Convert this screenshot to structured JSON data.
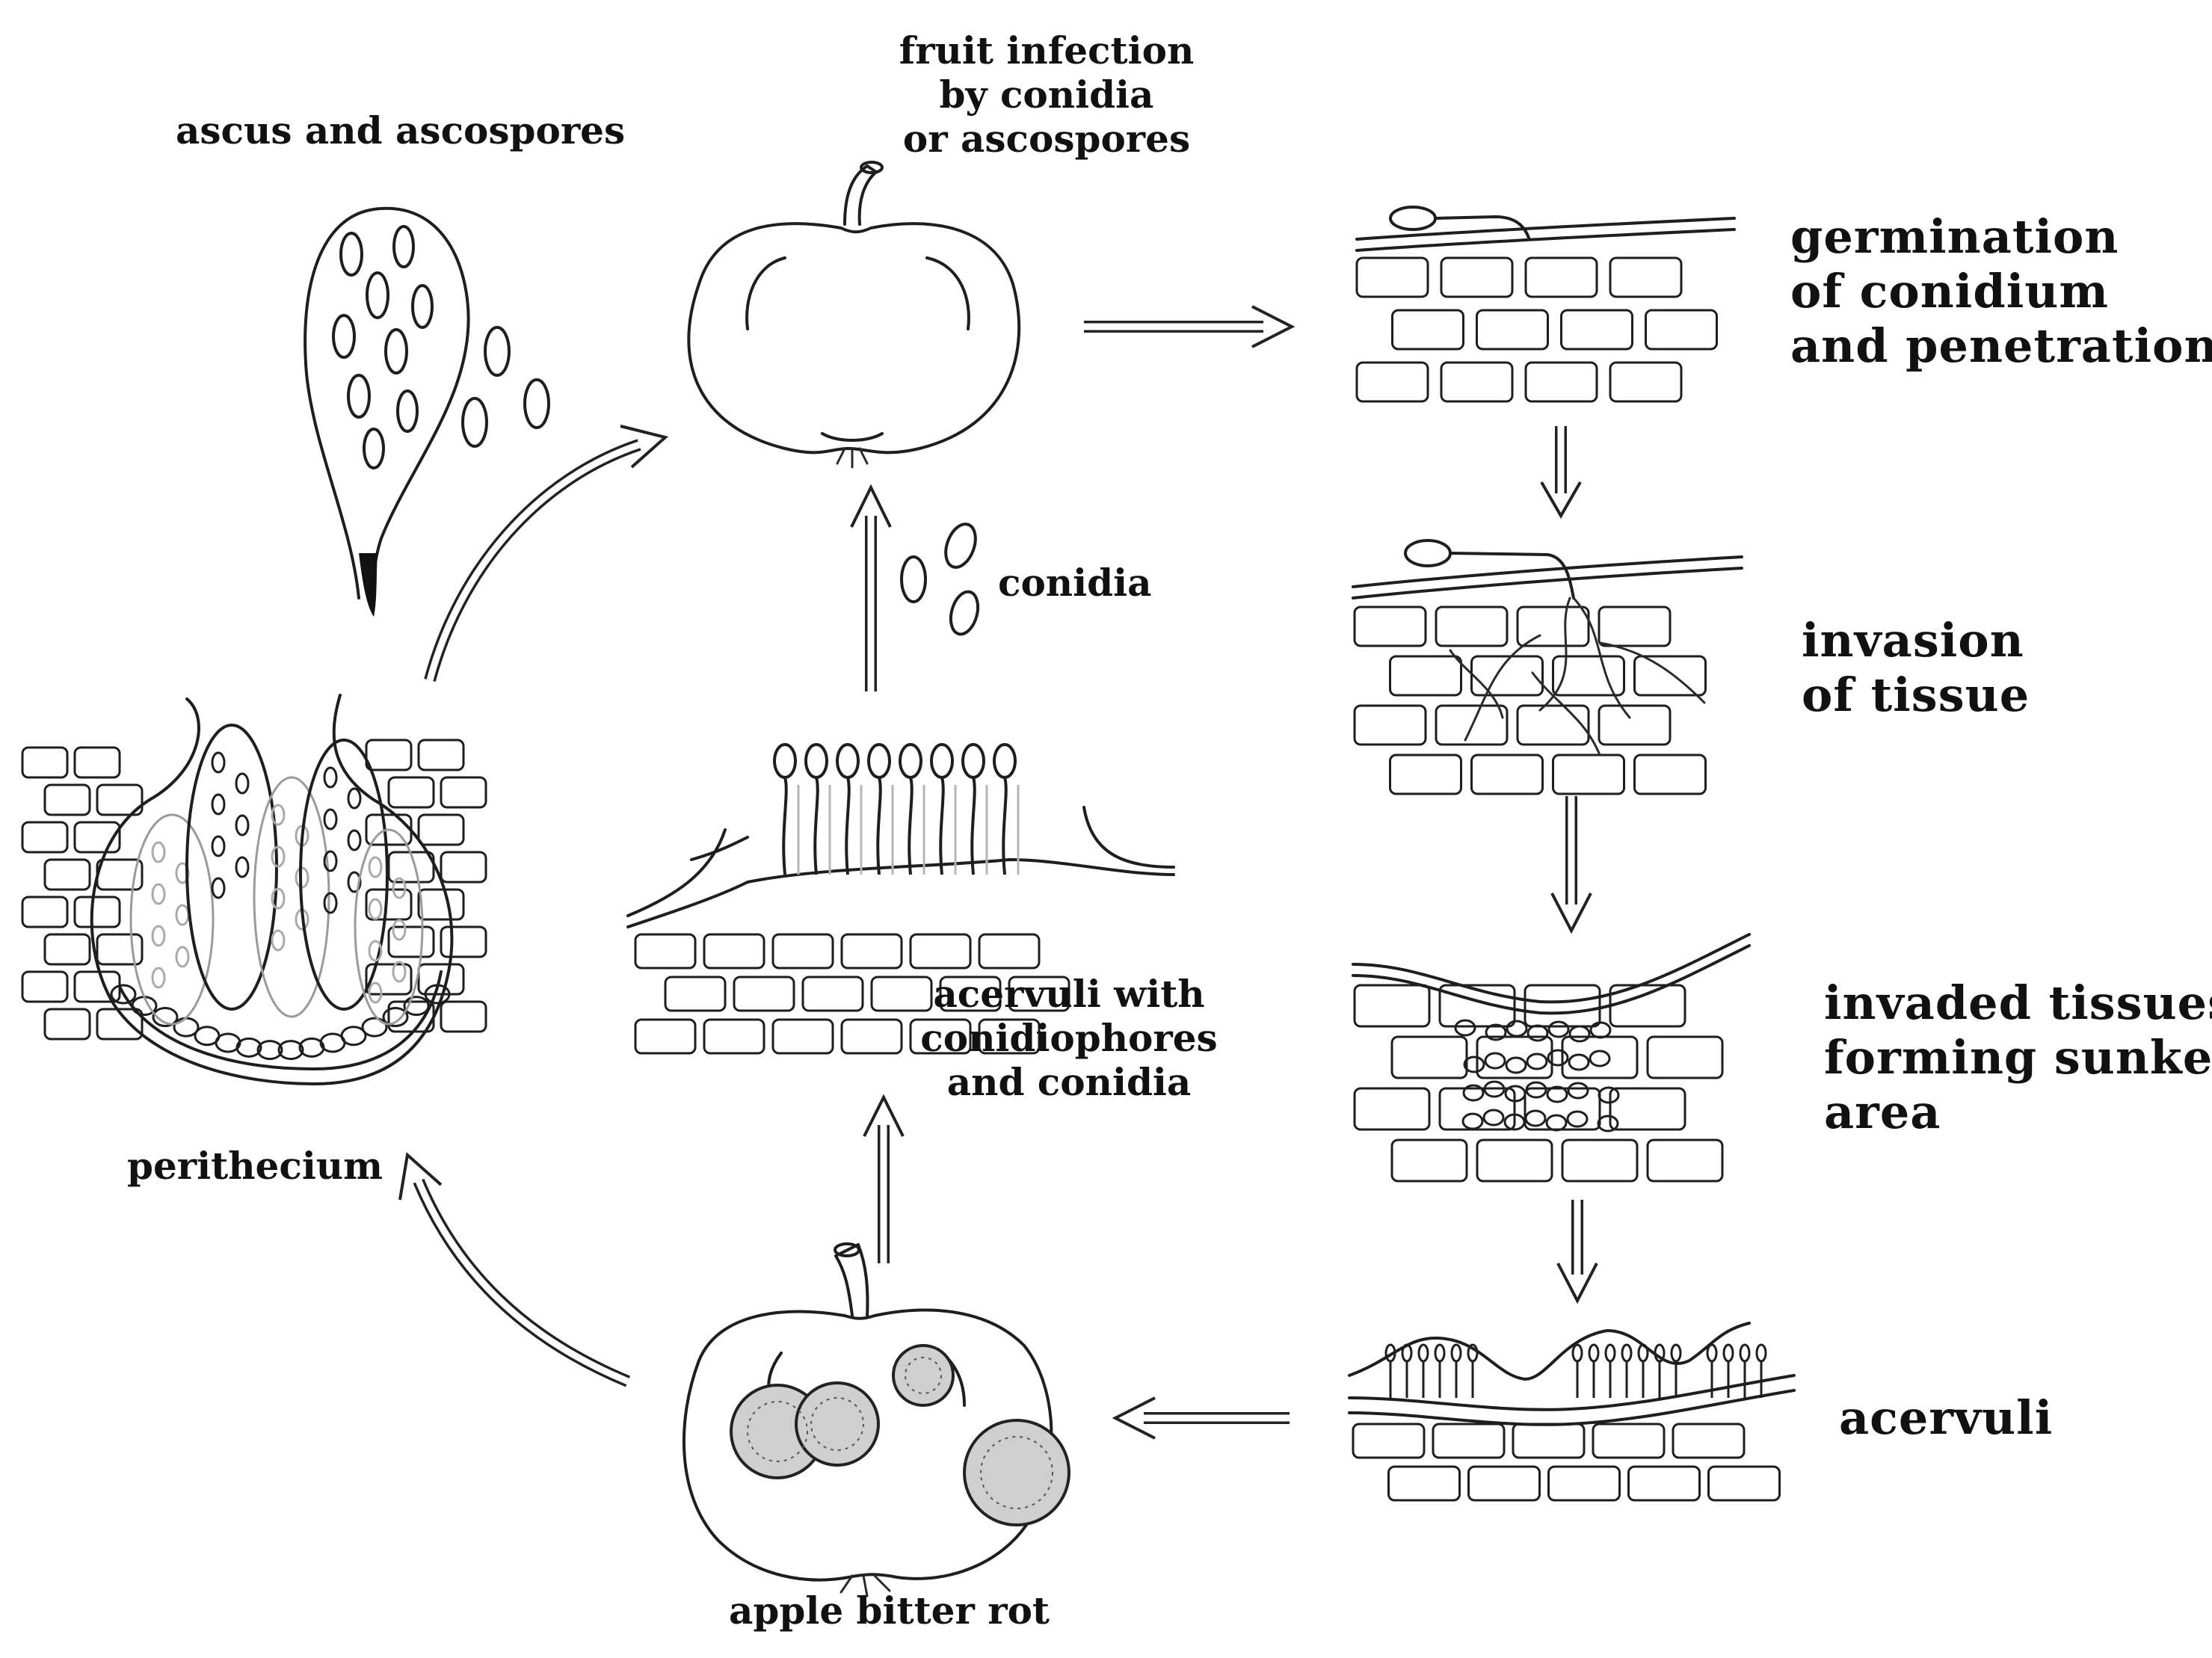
{
  "labels": {
    "ascus": "ascus and ascospores",
    "fruit_infection": [
      "fruit infection",
      "by conidia",
      "or ascospores"
    ],
    "germination": [
      "germination",
      "of conidium",
      "and penetration"
    ],
    "conidia": "conidia",
    "invasion": [
      "invasion",
      "of tissue"
    ],
    "acervuli_with": [
      "acervuli with",
      "conidiophores",
      "and conidia"
    ],
    "invaded": [
      "invaded tissues",
      "forming sunken",
      "area"
    ],
    "perithecium": "perithecium",
    "acervuli": "acervuli",
    "bitter_rot": "apple bitter rot"
  },
  "colors": {
    "ink": "#1e1e1e",
    "background": "#ffffff",
    "faint_ink": "#b5b5b5"
  }
}
